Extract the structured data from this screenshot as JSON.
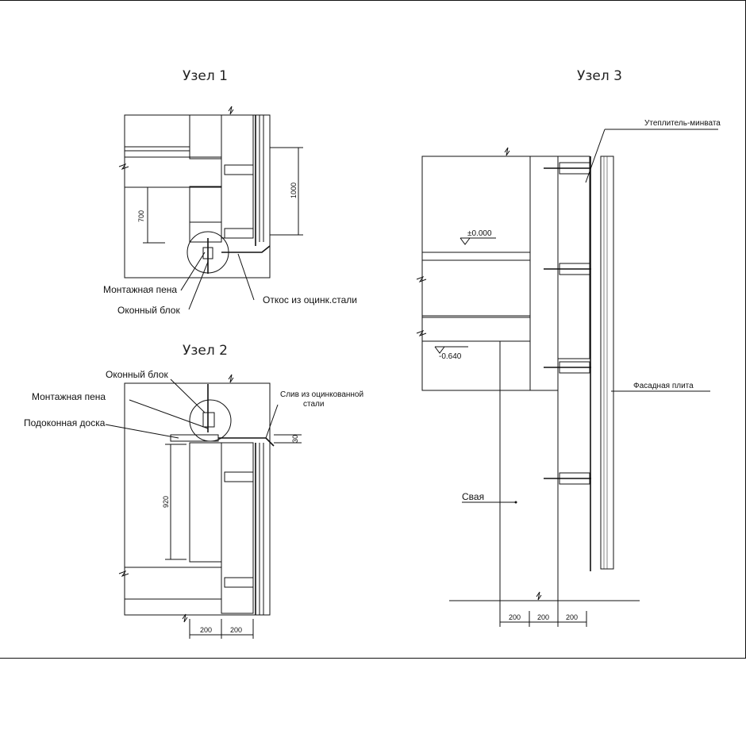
{
  "titles": {
    "node1": "Узел 1",
    "node2": "Узел 2",
    "node3": "Узел 3"
  },
  "node1": {
    "label_foam": "Монтажная пена",
    "label_window": "Оконный блок",
    "label_slope": "Откос из оцинк.стали",
    "dim_vertical_left": "700",
    "dim_vertical_right": "1000"
  },
  "node2": {
    "label_window": "Оконный блок",
    "label_foam": "Монтажная пена",
    "label_sill": "Подоконная доска",
    "label_drip_line1": "Слив из оцинкованной",
    "label_drip_line2": "стали",
    "dim_vertical": "920",
    "dim_small": "30",
    "dim_bottom_1": "200",
    "dim_bottom_2": "200"
  },
  "node3": {
    "label_insulation": "Утеплитель-минвата",
    "label_facade": "Фасадная плита",
    "label_pile": "Свая",
    "level_top": "±0.000",
    "level_bottom": "-0.640",
    "dim_bottom_1": "200",
    "dim_bottom_2": "200",
    "dim_bottom_3": "200"
  }
}
